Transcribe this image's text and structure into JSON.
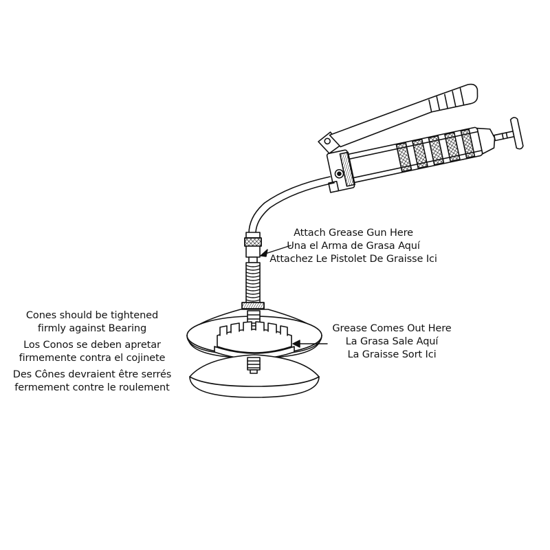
{
  "labels": {
    "attach": {
      "en": "Attach Grease Gun Here",
      "es": "Una el Arma de Grasa Aquí",
      "fr": "Attachez Le Pistolet De Graisse Ici"
    },
    "grease_out": {
      "en": "Grease Comes Out Here",
      "es": "La Grasa Sale Aquí",
      "fr": "La Graisse Sort Ici"
    },
    "cones": {
      "en_1": "Cones should be tightened",
      "en_2": "firmly against Bearing",
      "es_1": "Los Conos se deben apretar",
      "es_2": "firmemente contra el cojinete",
      "fr_1": "Des Cônes devraient être serrés",
      "fr_2": "fermement contre le roulement"
    }
  },
  "colors": {
    "line": "#111111",
    "background": "#ffffff"
  }
}
